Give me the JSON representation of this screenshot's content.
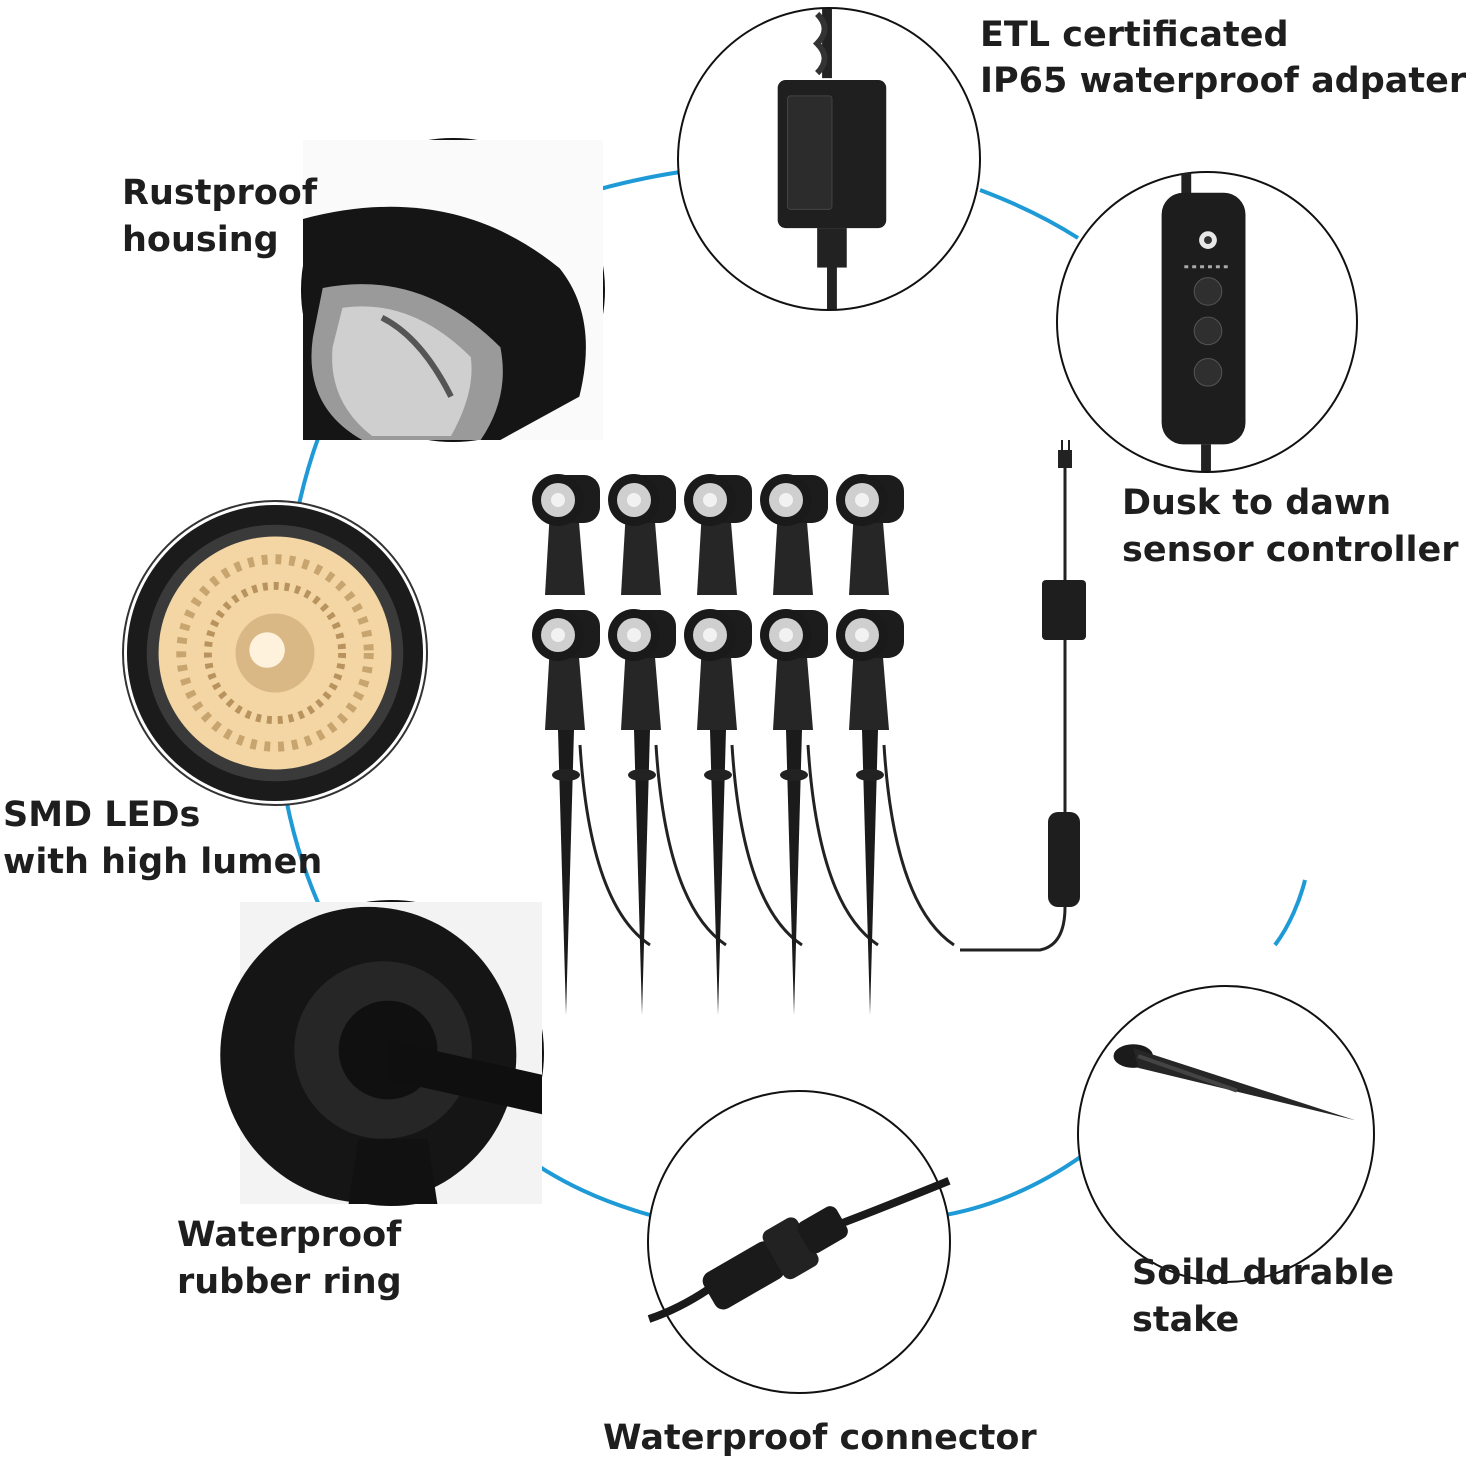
{
  "colors": {
    "ring_line": "#1e9ad6",
    "text": "#1e1e1e",
    "fixture_black": "#1c1c1c",
    "led_warm": "#f3d6a4"
  },
  "callouts": {
    "adapter": {
      "lines": [
        "ETL certificated",
        "IP65 waterproof adpater"
      ]
    },
    "housing": {
      "lines": [
        "Rustproof",
        "housing"
      ]
    },
    "controller": {
      "lines": [
        "Dusk to dawn",
        "sensor controller"
      ]
    },
    "leds": {
      "lines": [
        "SMD LEDs",
        "with high lumen"
      ]
    },
    "ring": {
      "lines": [
        "Waterproof",
        "rubber ring"
      ]
    },
    "stake": {
      "lines": [
        "Soild durable",
        "stake"
      ]
    },
    "connector": {
      "lines": [
        "Waterproof connector"
      ]
    }
  },
  "icons": {
    "adapter": "power-adapter-icon",
    "housing": "spotlight-housing-icon",
    "controller": "remote-controller-icon",
    "leds": "led-lens-icon",
    "ring": "rubber-ring-icon",
    "stake": "ground-stake-icon",
    "connector": "cable-connector-icon",
    "product": "spotlight-kit-icon"
  },
  "product": {
    "fixture_count": 10
  }
}
